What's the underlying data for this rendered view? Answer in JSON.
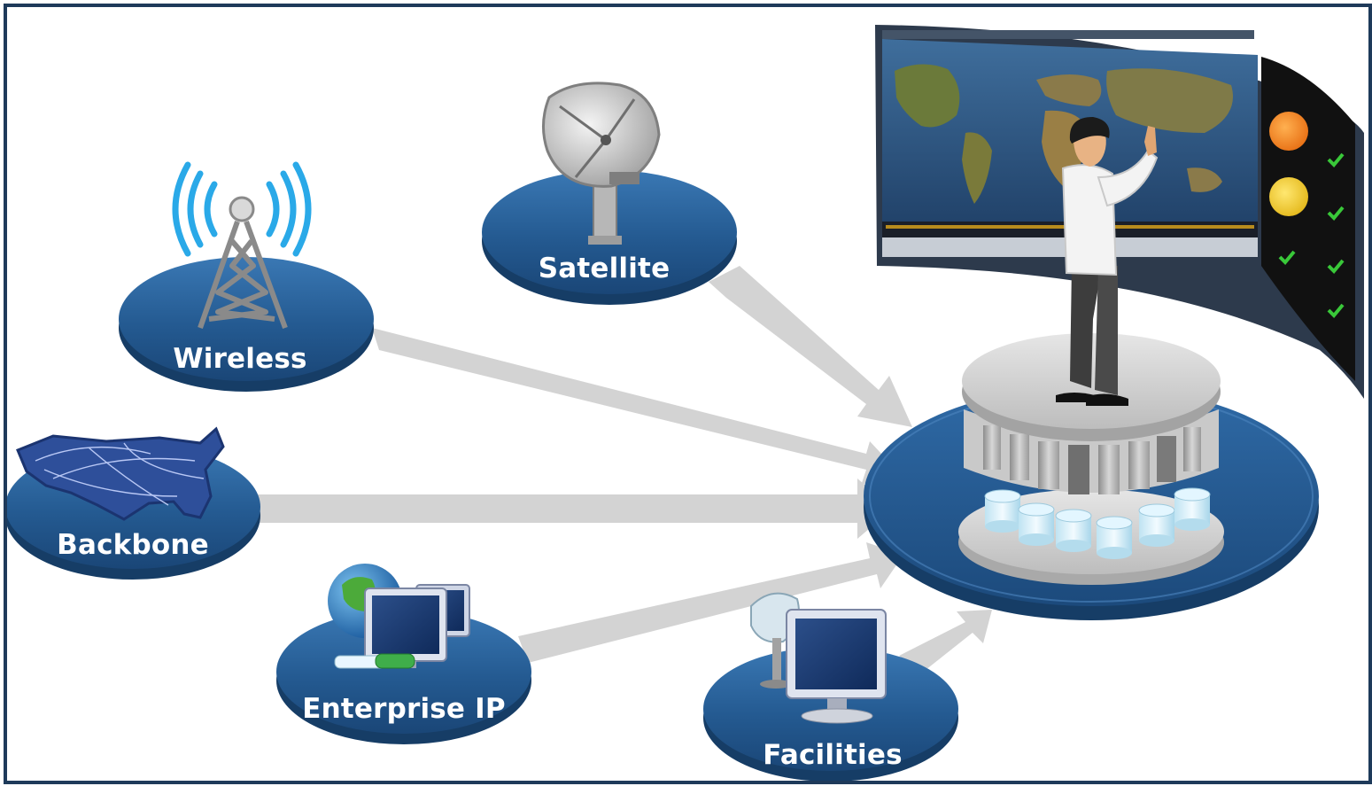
{
  "diagram": {
    "nodes": [
      {
        "id": "wireless",
        "label": "Wireless",
        "icon": "radio-tower-icon"
      },
      {
        "id": "satellite",
        "label": "Satellite",
        "icon": "satellite-dish-icon"
      },
      {
        "id": "backbone",
        "label": "Backbone",
        "icon": "us-map-network-icon"
      },
      {
        "id": "enterprise-ip",
        "label": "Enterprise IP",
        "icon": "networked-computers-icon"
      },
      {
        "id": "facilities",
        "label": "Facilities",
        "icon": "dish-and-monitor-icon"
      }
    ],
    "hub": {
      "icon": "operations-center-icon"
    },
    "colors": {
      "node_fill": "#245a91",
      "node_rim": "#163d66",
      "arrow": "#d3d3d3",
      "frame": "#1e3a5a",
      "label": "#ffffff"
    }
  }
}
